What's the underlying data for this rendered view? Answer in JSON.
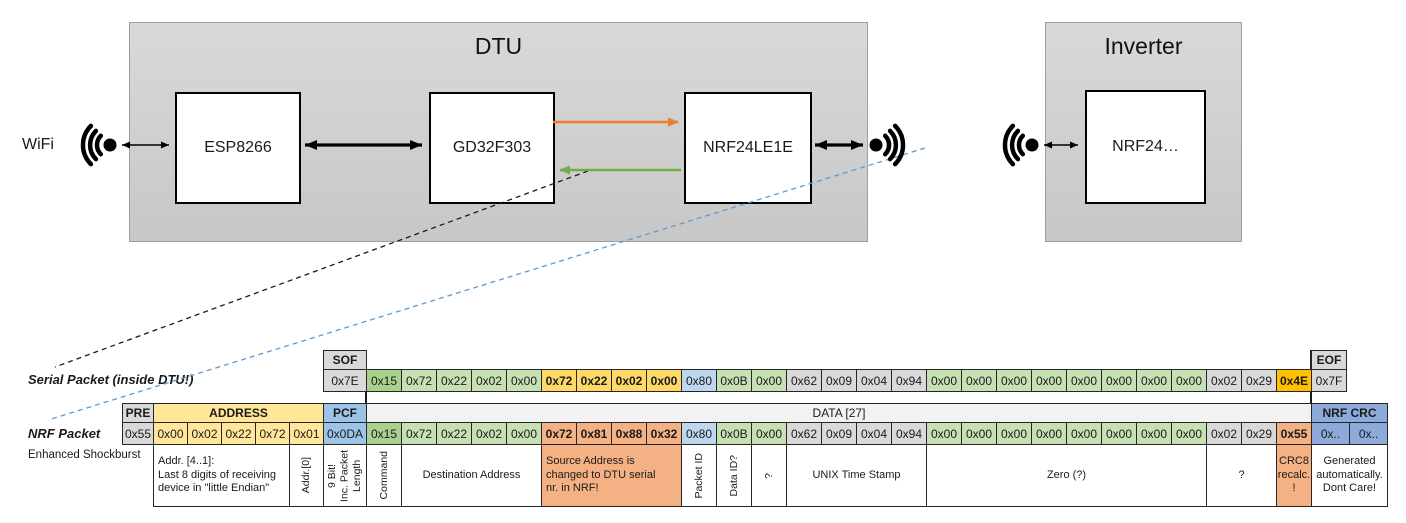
{
  "diagram": {
    "wifi_label": "WiFi",
    "dtu_title": "DTU",
    "esp_label": "ESP8266",
    "gd_label": "GD32F303",
    "nrf_label": "NRF24LE1E",
    "inverter_title": "Inverter",
    "inverter_nrf_label": "NRF24…",
    "colors": {
      "orange_arrow": "#ED7D31",
      "green_arrow": "#70AD47",
      "blue_dashed_line": "#5B9BD5",
      "black_dashed_line": "#1A1A1A",
      "box_gray": "#D0D0D0"
    }
  },
  "palette": {
    "gray_cell": "#D9D9D9",
    "green_light": "#C6E0B4",
    "green_mid": "#A9D18E",
    "gold": "#FFD966",
    "amber": "#FFC000",
    "blue_light": "#BDD7EE",
    "pcf_blue": "#9DC3E6",
    "crc_blue": "#8EAADB",
    "salmon": "#F4B183",
    "address_yellow": "#FFE699",
    "data_header_gray": "#F2F2F2"
  },
  "serial_packet": {
    "label": "Serial Packet (inside DTU!)",
    "sof_header": "SOF",
    "sof_value": "0x7E",
    "eof_header": "EOF",
    "eof_value": "0x7F",
    "bytes": [
      {
        "v": "0x15",
        "c": "green2"
      },
      {
        "v": "0x72",
        "c": "green1"
      },
      {
        "v": "0x22",
        "c": "green1"
      },
      {
        "v": "0x02",
        "c": "green1"
      },
      {
        "v": "0x00",
        "c": "green1"
      },
      {
        "v": "0x72",
        "c": "gold",
        "b": 1
      },
      {
        "v": "0x22",
        "c": "gold",
        "b": 1
      },
      {
        "v": "0x02",
        "c": "gold",
        "b": 1
      },
      {
        "v": "0x00",
        "c": "gold",
        "b": 1
      },
      {
        "v": "0x80",
        "c": "blue1"
      },
      {
        "v": "0x0B",
        "c": "green1"
      },
      {
        "v": "0x00",
        "c": "green1"
      },
      {
        "v": "0x62",
        "c": "gray1"
      },
      {
        "v": "0x09",
        "c": "gray1"
      },
      {
        "v": "0x04",
        "c": "gray1"
      },
      {
        "v": "0x94",
        "c": "gray1"
      },
      {
        "v": "0x00",
        "c": "green1"
      },
      {
        "v": "0x00",
        "c": "green1"
      },
      {
        "v": "0x00",
        "c": "green1"
      },
      {
        "v": "0x00",
        "c": "green1"
      },
      {
        "v": "0x00",
        "c": "green1"
      },
      {
        "v": "0x00",
        "c": "green1"
      },
      {
        "v": "0x00",
        "c": "green1"
      },
      {
        "v": "0x00",
        "c": "green1"
      },
      {
        "v": "0x02",
        "c": "gray1"
      },
      {
        "v": "0x29",
        "c": "gray1"
      },
      {
        "v": "0x4E",
        "c": "amber",
        "b": 1
      }
    ]
  },
  "nrf_packet": {
    "label": "NRF Packet",
    "sublabel": "Enhanced Shockburst",
    "pre_header": "PRE",
    "pre_value": "0x55",
    "address_header": "ADDRESS",
    "address_values": [
      "0x00",
      "0x02",
      "0x22",
      "0x72",
      "0x01"
    ],
    "pcf_header": "PCF",
    "pcf_value": "0x0DA",
    "data_header": "DATA [27]",
    "crc_header": "NRF CRC",
    "crc_values": [
      "0x..",
      "0x.."
    ],
    "bytes": [
      {
        "v": "0x15",
        "c": "green2"
      },
      {
        "v": "0x72",
        "c": "green1"
      },
      {
        "v": "0x22",
        "c": "green1"
      },
      {
        "v": "0x02",
        "c": "green1"
      },
      {
        "v": "0x00",
        "c": "green1"
      },
      {
        "v": "0x72",
        "c": "salmon",
        "b": 1
      },
      {
        "v": "0x81",
        "c": "salmon",
        "b": 1
      },
      {
        "v": "0x88",
        "c": "salmon",
        "b": 1
      },
      {
        "v": "0x32",
        "c": "salmon",
        "b": 1
      },
      {
        "v": "0x80",
        "c": "blue1"
      },
      {
        "v": "0x0B",
        "c": "green1"
      },
      {
        "v": "0x00",
        "c": "green1"
      },
      {
        "v": "0x62",
        "c": "gray1"
      },
      {
        "v": "0x09",
        "c": "gray1"
      },
      {
        "v": "0x04",
        "c": "gray1"
      },
      {
        "v": "0x94",
        "c": "gray1"
      },
      {
        "v": "0x00",
        "c": "green1"
      },
      {
        "v": "0x00",
        "c": "green1"
      },
      {
        "v": "0x00",
        "c": "green1"
      },
      {
        "v": "0x00",
        "c": "green1"
      },
      {
        "v": "0x00",
        "c": "green1"
      },
      {
        "v": "0x00",
        "c": "green1"
      },
      {
        "v": "0x00",
        "c": "green1"
      },
      {
        "v": "0x00",
        "c": "green1"
      },
      {
        "v": "0x02",
        "c": "gray1"
      },
      {
        "v": "0x29",
        "c": "gray1"
      },
      {
        "v": "0x55",
        "c": "salmon",
        "b": 1
      }
    ]
  },
  "annotations": [
    {
      "text": "Addr. [4..1]:\nLast 8 digits of receiving\ndevice in \"little Endian\""
    },
    {
      "text": "Addr.[0]"
    },
    {
      "text": "9 Bit!\nInc. Packet\nLength"
    },
    {
      "text": "Command"
    },
    {
      "text": "Destination Address"
    },
    {
      "text": "Source Address is\nchanged to DTU serial\nnr. in NRF!"
    },
    {
      "text": "Packet ID"
    },
    {
      "text": "Data ID?"
    },
    {
      "text": "?"
    },
    {
      "text": "UNIX Time Stamp"
    },
    {
      "text": "Zero (?)"
    },
    {
      "text": "?"
    },
    {
      "text": "CRC8\nrecalc.\n!"
    },
    {
      "text": "Generated\nautomatically.\nDont Care!"
    }
  ]
}
